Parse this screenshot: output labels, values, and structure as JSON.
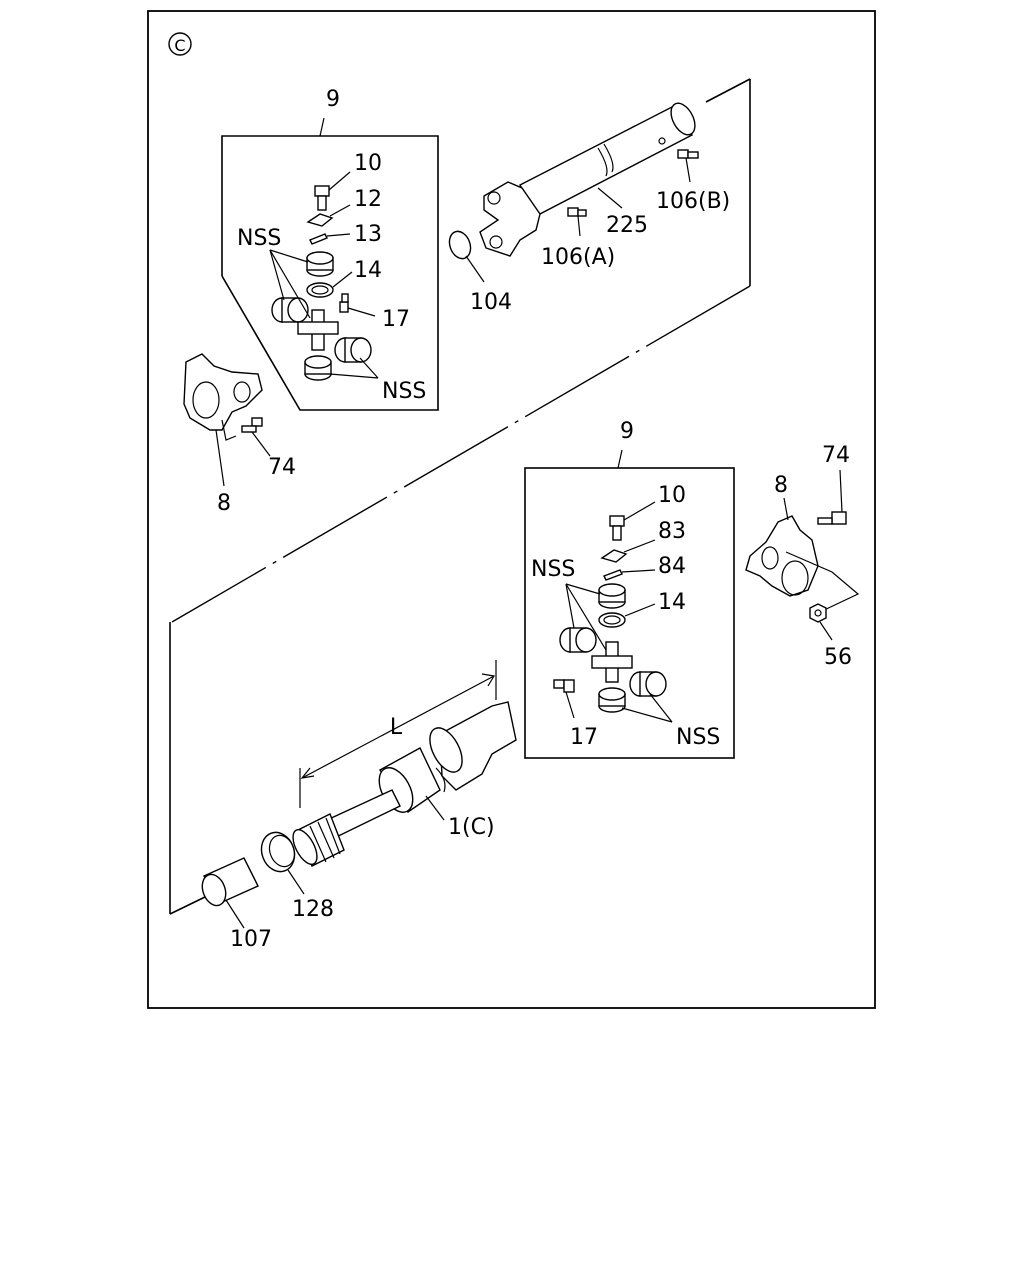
{
  "diagram": {
    "section_mark": "C",
    "labels": {
      "upper_kit": "9",
      "upper_10": "10",
      "upper_12": "12",
      "upper_13": "13",
      "upper_14": "14",
      "upper_17": "17",
      "upper_nss_1": "NSS",
      "upper_nss_2": "NSS",
      "p106b": "106(B)",
      "p225": "225",
      "p106a": "106(A)",
      "p104": "104",
      "left_74": "74",
      "left_8": "8",
      "lower_kit": "9",
      "lower_10": "10",
      "lower_83": "83",
      "lower_84": "84",
      "lower_14": "14",
      "lower_17": "17",
      "lower_nss_1": "NSS",
      "lower_nss_2": "NSS",
      "right_74": "74",
      "right_8": "8",
      "p56": "56",
      "length_L": "L",
      "p1c": "1(C)",
      "p128": "128",
      "p107": "107"
    }
  }
}
